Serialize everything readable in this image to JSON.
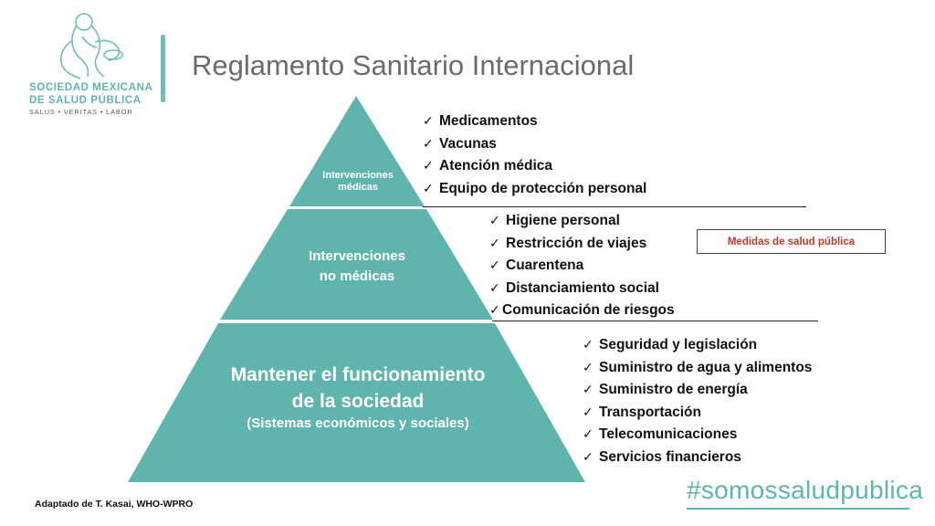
{
  "logo": {
    "name_line1": "SOCIEDAD MEXICANA",
    "name_line2": "DE SALUD PÚBLICA",
    "motto": "SALUS • VERITAS • LABOR",
    "color": "#5fb4ae"
  },
  "title": "Reglamento Sanitario Internacional",
  "pyramid": {
    "color": "#5fb4ae",
    "levels": [
      {
        "label": "Intervenciones médicas"
      },
      {
        "label_line1": "Intervenciones",
        "label_line2": "no médicas"
      },
      {
        "label_line1": "Mantener el funcionamiento",
        "label_line2": "de la sociedad",
        "sublabel": "(Sistemas económicos y sociales)"
      }
    ]
  },
  "lists": {
    "medical": [
      "Medicamentos",
      "Vacunas",
      "Atención médica",
      "Equipo de protección personal"
    ],
    "non_medical": [
      "Higiene personal",
      "Restricción de viajes",
      "Cuarentena",
      "Distanciamiento social",
      "Comunicación de riesgos"
    ],
    "society": [
      "Seguridad y legislación",
      "Suministro de agua y alimentos",
      "Suministro de energía",
      "Transportación",
      "Telecomunicaciones",
      "Servicios financieros"
    ]
  },
  "check_glyph": "✓",
  "public_health_box": {
    "label": "Medidas de salud pública",
    "color": "#c0392b"
  },
  "source_note": "Adaptado de T. Kasai, WHO-WPRO",
  "hashtag": "#somossaludpublica"
}
